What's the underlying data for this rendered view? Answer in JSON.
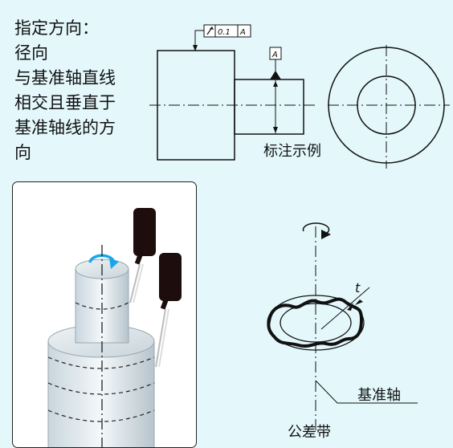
{
  "description_lines": [
    "指定方向：",
    "径向",
    "与基准轴直线",
    "相交且垂直于",
    "基准轴线的方",
    "向"
  ],
  "drawing": {
    "tolerance_value": "0.1",
    "datum": "A",
    "annotation_caption": "标注示例"
  },
  "zone": {
    "tolerance_symbol": "t",
    "datum_axis_label": "基准轴",
    "tolerance_zone_label": "公差带"
  }
}
